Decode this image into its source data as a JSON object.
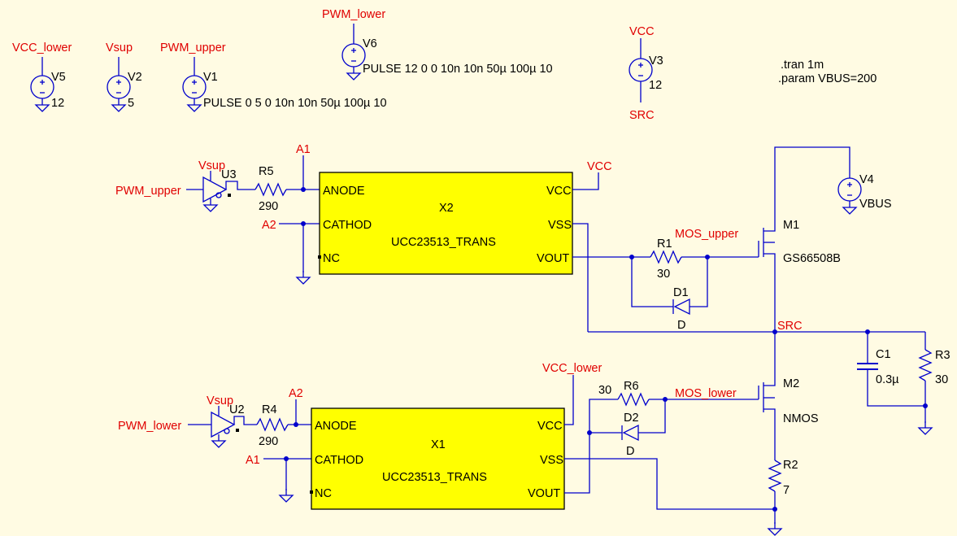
{
  "directives": {
    "tran": ".tran 1m",
    "param": ".param VBUS=200"
  },
  "sources": {
    "v5": {
      "name": "V5",
      "value": "12",
      "net": "VCC_lower"
    },
    "v2": {
      "name": "V2",
      "value": "5",
      "net": "Vsup"
    },
    "v1": {
      "name": "V1",
      "value": "PULSE 0 5 0 10n 10n 50µ 100µ 10",
      "net": "PWM_upper"
    },
    "v6": {
      "name": "V6",
      "value": "PULSE 12 0 0 10n 10n 50µ 100µ 10",
      "net": "PWM_lower"
    },
    "v3": {
      "name": "V3",
      "value": "12",
      "net_top": "VCC",
      "net_bot": "SRC"
    },
    "v4": {
      "name": "V4",
      "value": "VBUS"
    }
  },
  "upper": {
    "pwm_label": "PWM_upper",
    "buf_name": "U3",
    "buf_supply": "Vsup",
    "r5": {
      "name": "R5",
      "value": "290"
    },
    "a1": "A1",
    "a2": "A2",
    "x2": {
      "name": "X2",
      "part": "UCC23513_TRANS",
      "pins": {
        "anode": "ANODE",
        "cathod": "CATHOD",
        "nc": "NC",
        "vcc": "VCC",
        "vss": "VSS",
        "vout": "VOUT"
      }
    },
    "vcc_net": "VCC",
    "r1": {
      "name": "R1",
      "value": "30"
    },
    "d1": {
      "name": "D1",
      "value": "D"
    },
    "mos_net": "MOS_upper",
    "m1": {
      "name": "M1",
      "part": "GS66508B"
    }
  },
  "lower": {
    "pwm_label": "PWM_lower",
    "buf_name": "U2",
    "buf_supply": "Vsup",
    "r4": {
      "name": "R4",
      "value": "290"
    },
    "a2": "A2",
    "a1": "A1",
    "x1": {
      "name": "X1",
      "part": "UCC23513_TRANS",
      "pins": {
        "anode": "ANODE",
        "cathod": "CATHOD",
        "nc": "NC",
        "vcc": "VCC",
        "vss": "VSS",
        "vout": "VOUT"
      }
    },
    "vcc_net": "VCC_lower",
    "r6": {
      "name": "R6",
      "value": "30"
    },
    "d2": {
      "name": "D2",
      "value": "D"
    },
    "mos_net": "MOS_lower",
    "m2": {
      "name": "M2",
      "part": "NMOS"
    },
    "r2": {
      "name": "R2",
      "value": "7"
    }
  },
  "output": {
    "src_net": "SRC",
    "c1": {
      "name": "C1",
      "value": "0.3µ"
    },
    "r3": {
      "name": "R3",
      "value": "30"
    }
  }
}
